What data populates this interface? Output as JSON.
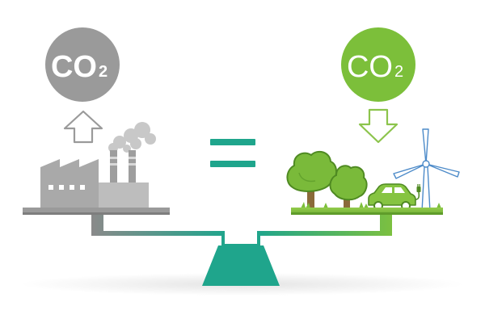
{
  "emissions_badge": {
    "main": "CO",
    "subscript": "2",
    "color": "#9a9a9a"
  },
  "absorption_badge": {
    "main": "CO",
    "subscript": "2",
    "color": "#7cbf3a"
  },
  "colors": {
    "factory": "#a9a9a9",
    "factory_dark": "#8e8e8e",
    "smoke": "#c8c8c8",
    "equals": "#1fa58c",
    "balance_base": "#1fa58c",
    "tree": "#79b93a",
    "tree_trunk": "#8a6a3a",
    "car": "#86c441",
    "ground": "#86c441",
    "turbine": "#ffffff",
    "turbine_stroke": "#4d8bc9",
    "floor_shadow": "#eeeeee"
  }
}
